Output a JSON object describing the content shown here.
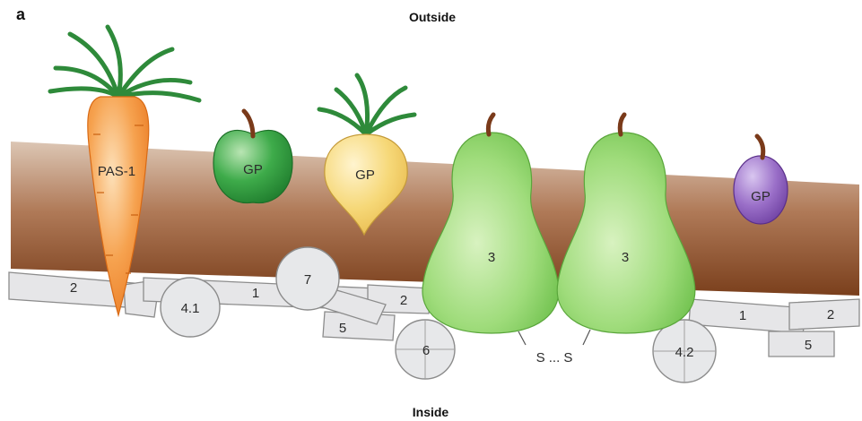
{
  "panel_label": "a",
  "top_label": "Outside",
  "bottom_label": "Inside",
  "proteins": {
    "pas1": "PAS-1",
    "gp_apple": "GP",
    "gp_turnip": "GP",
    "gp_plum": "GP",
    "band3_left": "3",
    "band3_right": "3"
  },
  "cytoskeleton": {
    "spectrin_2_left": "2",
    "spectrin_1_left": "1",
    "spectrin_2_mid": "2",
    "spectrin_1_right": "1",
    "spectrin_2_right": "2",
    "protein_5_left": "5",
    "protein_5_right": "5",
    "protein_4_1": "4.1",
    "protein_7": "7",
    "protein_6": "6",
    "protein_4_2": "4.2",
    "disulfide_link": "S ... S"
  },
  "colors": {
    "membrane_light": "#d9c3b0",
    "membrane_dark": "#7a3f1c",
    "carrot": "#f08a2e",
    "leaf_green": "#2e8a3a",
    "apple_green": "#2f9a3c",
    "turnip_yellow": "#f2cf6a",
    "pear_green": "#8fd46b",
    "plum_purple": "#8a5ab8",
    "stem_brown": "#7a3a1a",
    "skeleton_grey": "#e4e5e7"
  }
}
